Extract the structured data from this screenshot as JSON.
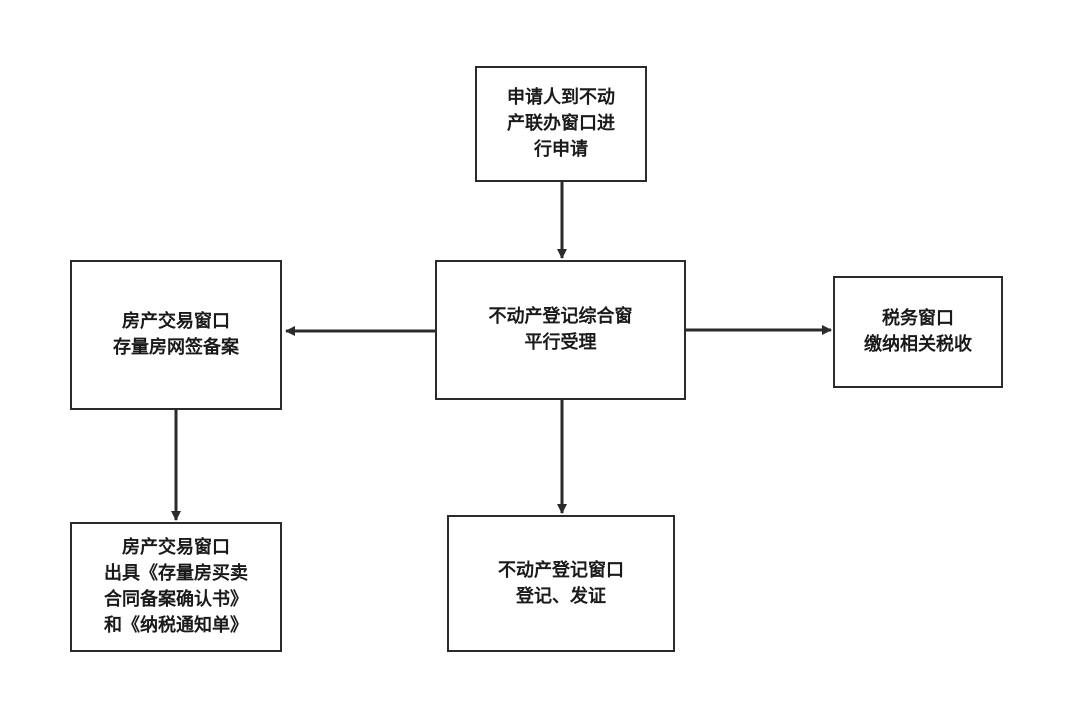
{
  "nodes": {
    "applicant": {
      "lines": [
        "申请人到不动",
        "产联办窗口进",
        "行申请"
      ]
    },
    "center": {
      "lines": [
        "不动产登记综合窗",
        "平行受理"
      ]
    },
    "housing_left": {
      "lines": [
        "房产交易窗口",
        "存量房网签备案"
      ]
    },
    "tax": {
      "lines": [
        "税务窗口",
        "缴纳相关税收"
      ]
    },
    "housing_bottom": {
      "lines": [
        "房产交易窗口",
        "出具《存量房买卖",
        "合同备案确认书》",
        "和《纳税通知单》"
      ]
    },
    "registry": {
      "lines": [
        "不动产登记窗口",
        "登记、发证"
      ]
    }
  },
  "edges": [
    {
      "from": "applicant",
      "to": "center"
    },
    {
      "from": "center",
      "to": "housing_left"
    },
    {
      "from": "center",
      "to": "tax"
    },
    {
      "from": "center",
      "to": "registry"
    },
    {
      "from": "housing_left",
      "to": "housing_bottom"
    }
  ],
  "colors": {
    "stroke": "#2b2b2b",
    "text": "#1a1a1a",
    "background": "#ffffff"
  }
}
